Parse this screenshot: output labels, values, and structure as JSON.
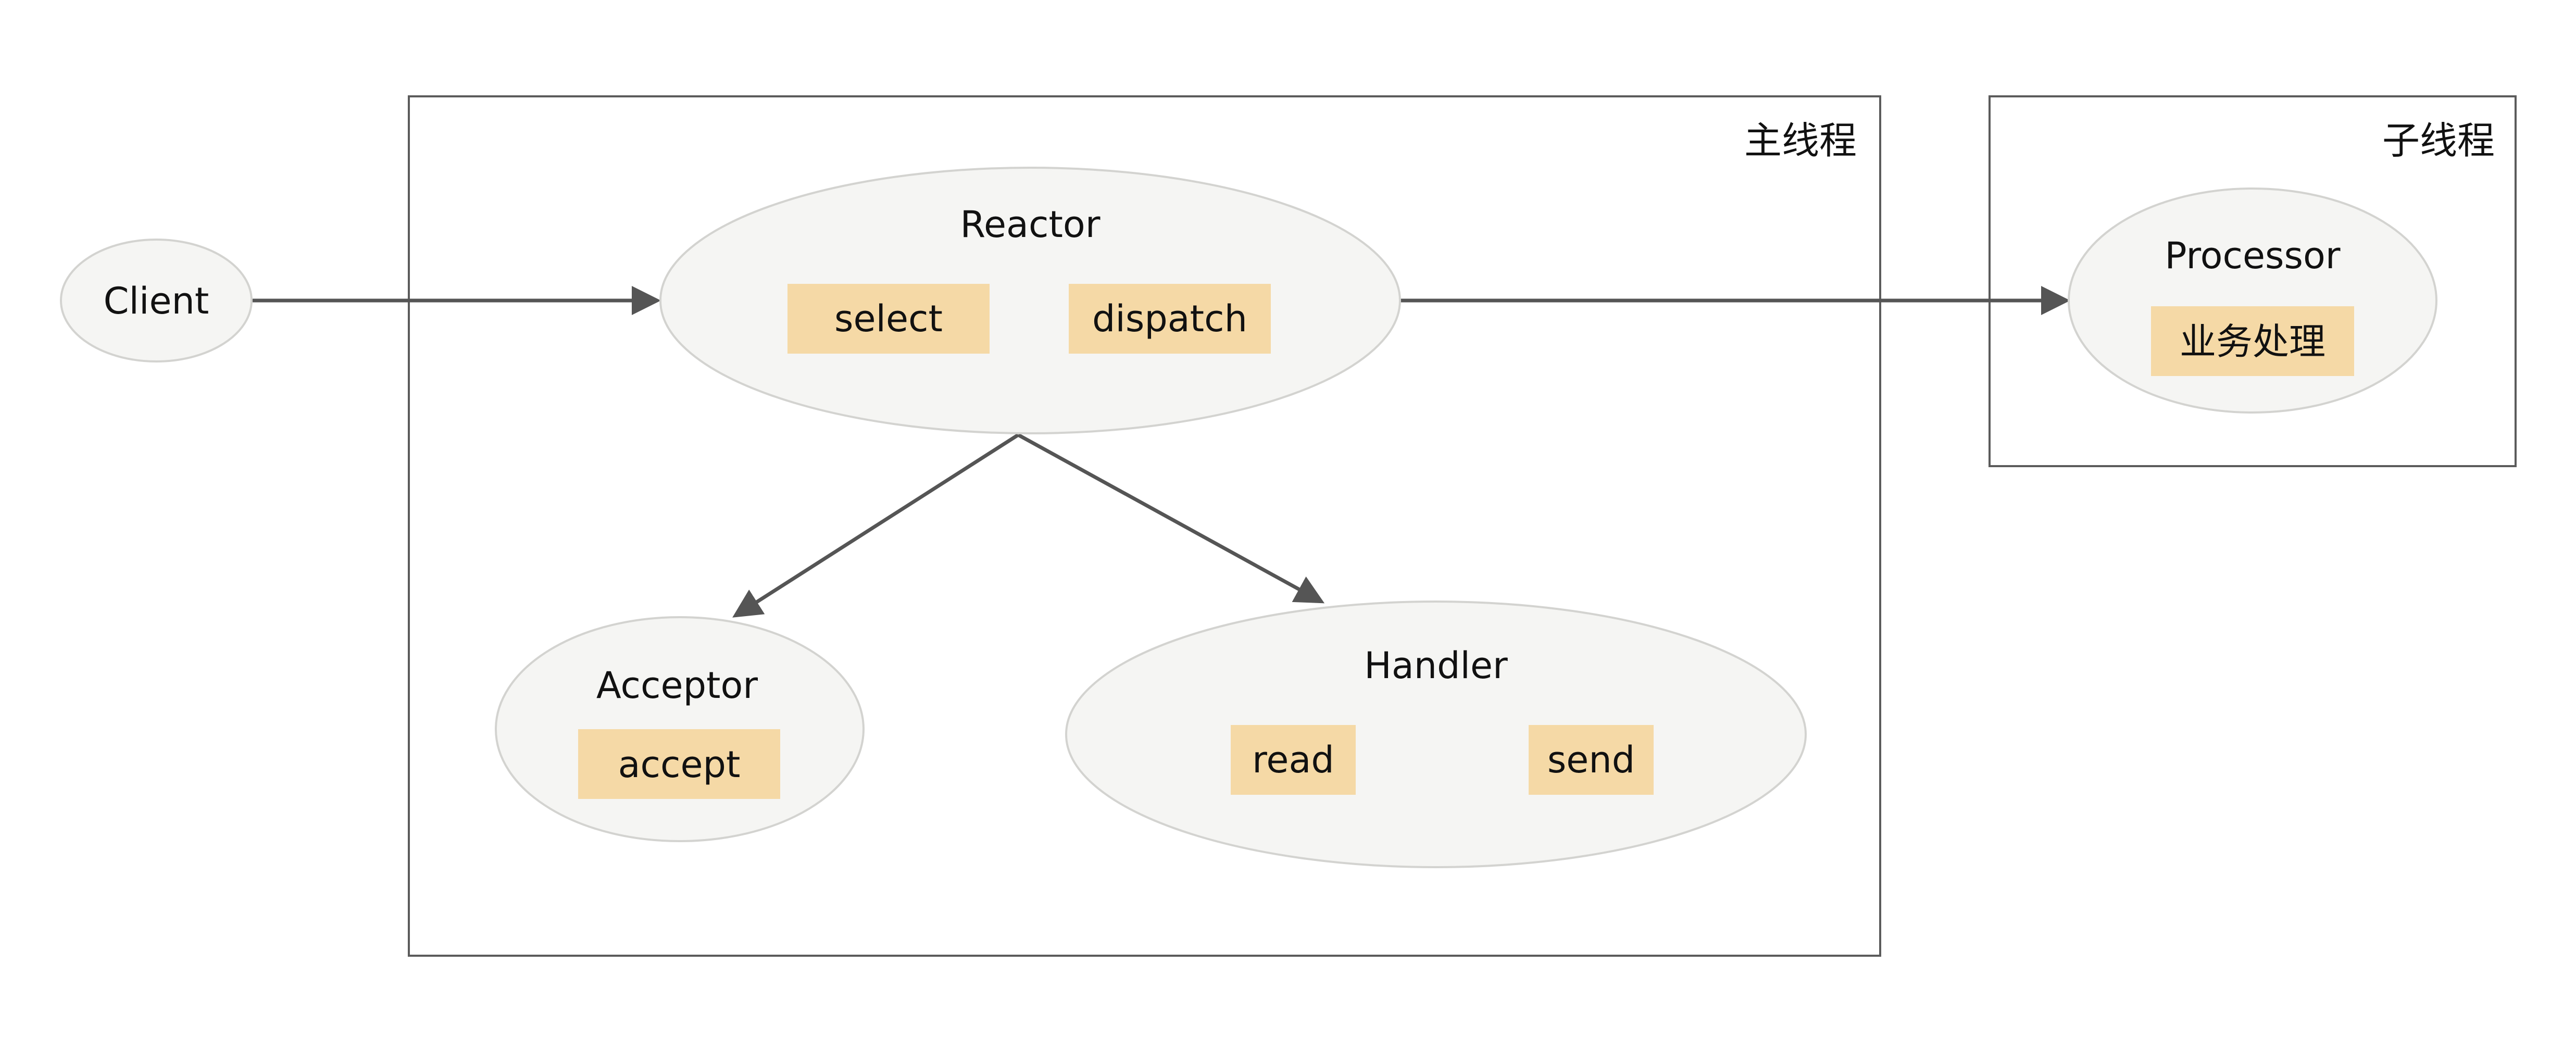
{
  "containers": {
    "main_thread": {
      "label": "主线程"
    },
    "sub_thread": {
      "label": "子线程"
    }
  },
  "nodes": {
    "client": {
      "label": "Client"
    },
    "reactor": {
      "label": "Reactor",
      "chips": {
        "select": "select",
        "dispatch": "dispatch"
      }
    },
    "acceptor": {
      "label": "Acceptor",
      "chips": {
        "accept": "accept"
      }
    },
    "handler": {
      "label": "Handler",
      "chips": {
        "read": "read",
        "send": "send"
      }
    },
    "processor": {
      "label": "Processor",
      "chips": {
        "business": "业务处理"
      }
    }
  },
  "colors": {
    "node_fill": "#f5f5f3",
    "node_stroke": "#d3d3d0",
    "chip_fill": "#f5d9a6",
    "edge": "#555555",
    "container_stroke": "#5b5b5b"
  }
}
